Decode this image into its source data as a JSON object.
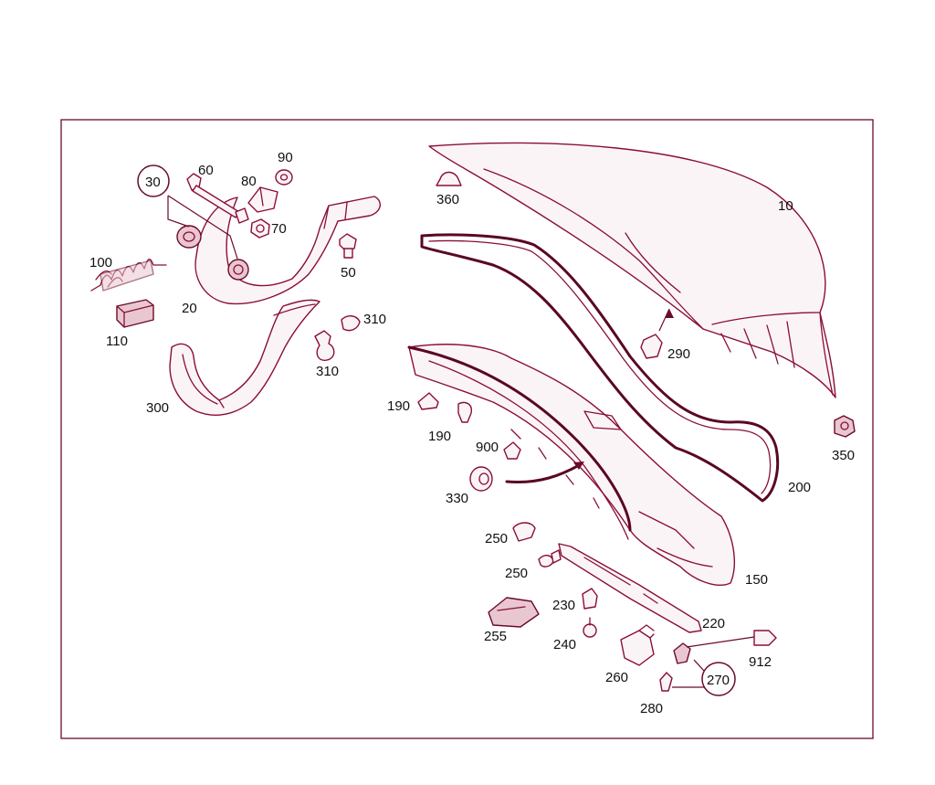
{
  "diagram": {
    "labels": {
      "p10": "10",
      "p20": "20",
      "p30": "30",
      "p50": "50",
      "p60": "60",
      "p70": "70",
      "p80": "80",
      "p90": "90",
      "p100": "100",
      "p110": "110",
      "p150": "150",
      "p190a": "190",
      "p190b": "190",
      "p200": "200",
      "p220": "220",
      "p230": "230",
      "p240": "240",
      "p250a": "250",
      "p250b": "250",
      "p255": "255",
      "p260": "260",
      "p270": "270",
      "p280": "280",
      "p290": "290",
      "p300": "300",
      "p310a": "310",
      "p310b": "310",
      "p330": "330",
      "p350": "350",
      "p360": "360",
      "p900": "900",
      "p912": "912"
    },
    "colors": {
      "line": "#8a0e35",
      "frame": "#6b0a2a",
      "text": "#111111",
      "background": "#ffffff"
    }
  }
}
